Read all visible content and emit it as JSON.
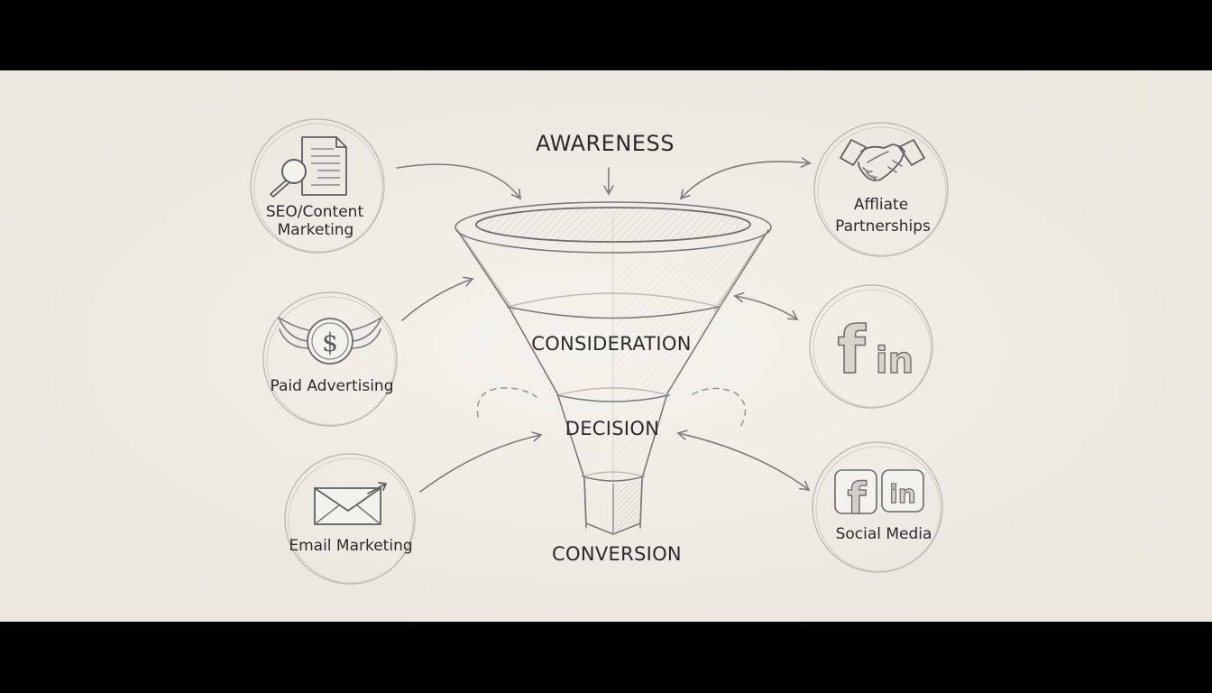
{
  "diagram": {
    "type": "marketing-funnel",
    "style": "pencil-sketch",
    "colors": {
      "paper": "#f1eee6",
      "ink": "#2a2a2a",
      "pencil": "#7a7a7a",
      "letterbox": "#000000"
    },
    "funnel_stages": [
      {
        "id": "awareness",
        "label": "AWARENESS"
      },
      {
        "id": "consideration",
        "label": "CONSIDERATION"
      },
      {
        "id": "decision",
        "label": "DECISION"
      },
      {
        "id": "conversion",
        "label": "CONVERSION"
      }
    ],
    "channels_left": [
      {
        "id": "seo",
        "label_line1": "SEO/Content",
        "label_line2": "Marketing",
        "icon": "magnifier-document-icon"
      },
      {
        "id": "paid",
        "label_line1": "Paid Advertising",
        "icon": "winged-dollar-coin-icon"
      },
      {
        "id": "email",
        "label_line1": "Email Marketing",
        "icon": "envelope-arrow-icon"
      }
    ],
    "channels_right": [
      {
        "id": "affiliate",
        "label_line1": "Affliate",
        "label_line2": "Partnerships",
        "icon": "handshake-icon"
      },
      {
        "id": "social-icons",
        "icon": "facebook-linkedin-icon",
        "glyph_f": "f",
        "glyph_in": "in"
      },
      {
        "id": "social",
        "label_line1": "Social Media",
        "icon": "facebook-linkedin-badge-icon",
        "glyph_f": "f",
        "glyph_in": "in"
      }
    ],
    "connections": [
      {
        "from": "seo",
        "to": "awareness",
        "direction": "one-way"
      },
      {
        "from": "awareness-label",
        "to": "funnel-top",
        "direction": "one-way"
      },
      {
        "from": "affiliate",
        "to": "awareness",
        "direction": "two-way"
      },
      {
        "from": "paid",
        "to": "consideration",
        "direction": "one-way"
      },
      {
        "from": "social-icons",
        "to": "consideration",
        "direction": "two-way"
      },
      {
        "from": "email",
        "to": "decision",
        "direction": "one-way"
      },
      {
        "from": "social",
        "to": "decision",
        "direction": "two-way"
      },
      {
        "from": "decision",
        "to": "consideration",
        "direction": "feedback-loop-dashed",
        "sides": [
          "left",
          "right"
        ]
      }
    ]
  }
}
